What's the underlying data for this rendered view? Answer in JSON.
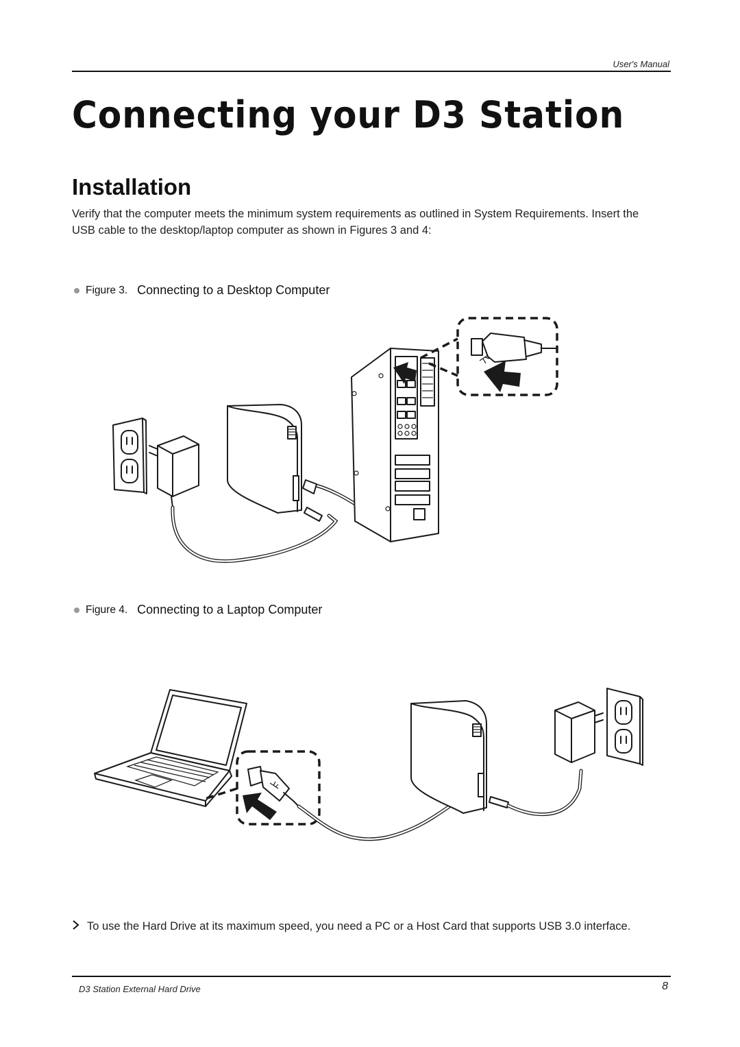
{
  "header": {
    "label": "User's Manual"
  },
  "page": {
    "title": "Connecting your D3 Station",
    "section": "Installation",
    "intro": "Verify that the computer meets the minimum system requirements as outlined in System Requirements. Insert the USB cable to the desktop/laptop computer as shown in Figures 3 and 4:"
  },
  "figures": [
    {
      "number": "Figure 3.",
      "caption": "Connecting to a Desktop Computer"
    },
    {
      "number": "Figure 4.",
      "caption": "Connecting to a Laptop Computer"
    }
  ],
  "note": {
    "text": "To use the Hard Drive at its maximum speed, you need a PC or a Host Card that supports USB 3.0 interface."
  },
  "footer": {
    "label": "D3 Station External Hard Drive",
    "page_number": "8"
  },
  "icons": [
    "chevron-right-icon",
    "usb-icon",
    "arrow-icon",
    "wall-outlet-icon",
    "power-adapter-icon",
    "hard-drive-icon",
    "desktop-tower-icon",
    "laptop-icon"
  ]
}
